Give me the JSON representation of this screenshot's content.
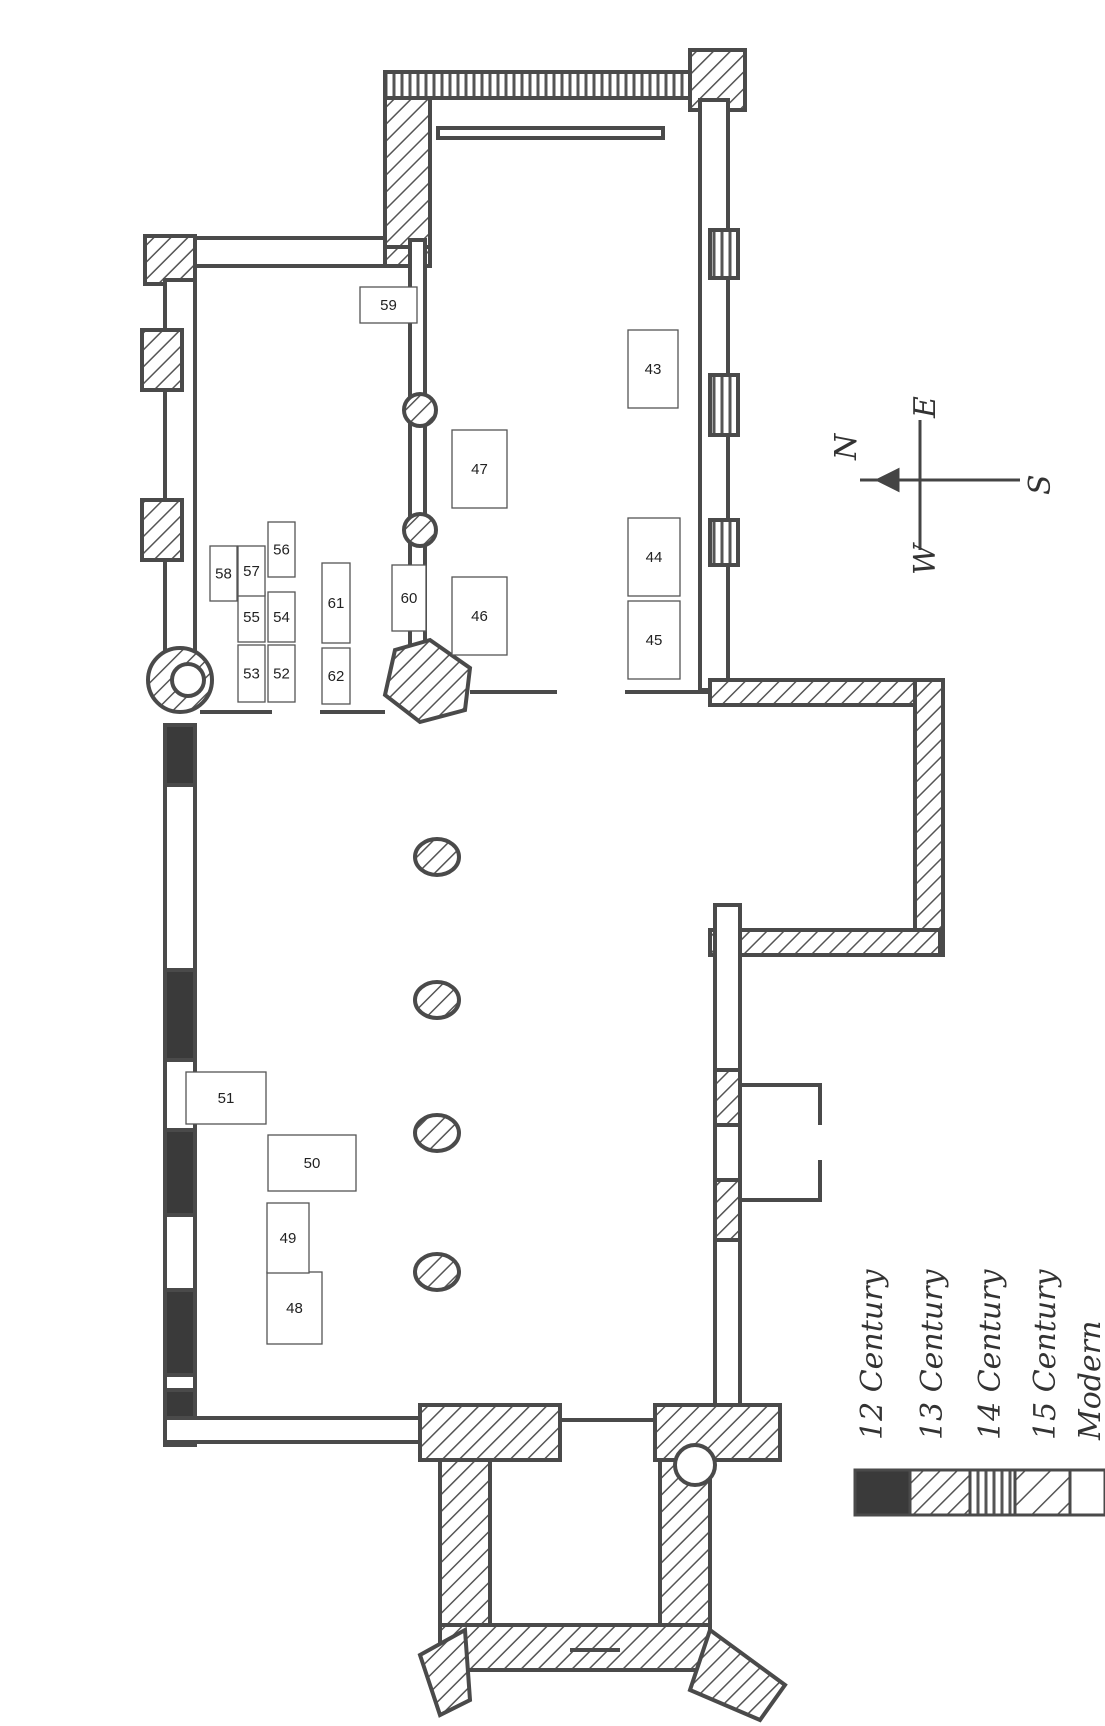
{
  "plan": {
    "colors": {
      "wall": "#4a4a4a",
      "hatch": "#555555",
      "solid": "#3a3a3a",
      "paper": "#ffffff"
    },
    "slabs": [
      {
        "id": "43",
        "label": "43"
      },
      {
        "id": "44",
        "label": "44"
      },
      {
        "id": "45",
        "label": "45"
      },
      {
        "id": "46",
        "label": "46"
      },
      {
        "id": "47",
        "label": "47"
      },
      {
        "id": "48",
        "label": "48"
      },
      {
        "id": "49",
        "label": "49"
      },
      {
        "id": "50",
        "label": "50"
      },
      {
        "id": "51",
        "label": "51"
      },
      {
        "id": "52",
        "label": "52"
      },
      {
        "id": "53",
        "label": "53"
      },
      {
        "id": "54",
        "label": "54"
      },
      {
        "id": "55",
        "label": "55"
      },
      {
        "id": "56",
        "label": "56"
      },
      {
        "id": "57",
        "label": "57"
      },
      {
        "id": "58",
        "label": "58"
      },
      {
        "id": "59",
        "label": "59"
      },
      {
        "id": "60",
        "label": "60"
      },
      {
        "id": "61",
        "label": "61"
      },
      {
        "id": "62",
        "label": "62"
      }
    ]
  },
  "compass": {
    "north": "N",
    "south": "S",
    "east": "E",
    "west": "W"
  },
  "legend": {
    "items": [
      {
        "label": "12 Century",
        "pattern": "solid"
      },
      {
        "label": "13 Century",
        "pattern": "diagonal"
      },
      {
        "label": "14 Century",
        "pattern": "vertical"
      },
      {
        "label": "15 Century",
        "pattern": "diagonal-wide"
      },
      {
        "label": "Modern",
        "pattern": "blank"
      }
    ]
  }
}
